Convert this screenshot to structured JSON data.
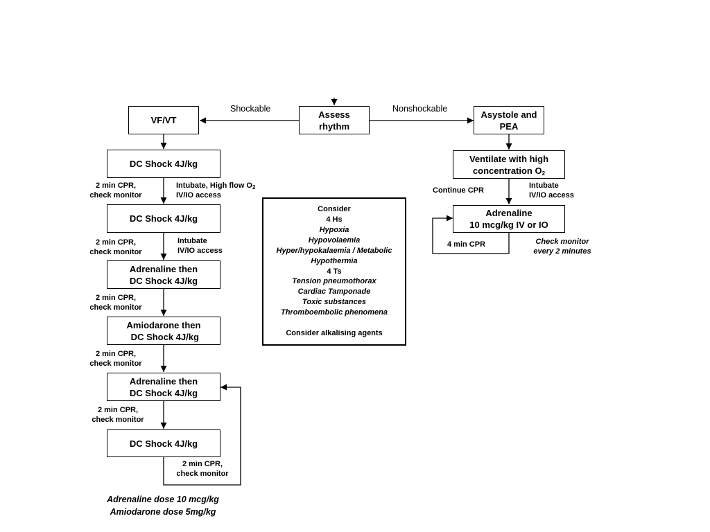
{
  "assess_rhythm": "Assess\nrhythm",
  "shockable_label": "Shockable",
  "nonshockable_label": "Nonshockable",
  "vfvt": "VF/VT",
  "asystole_pea": "Asystole and\nPEA",
  "shockable_path": {
    "step1": "DC Shock 4J/kg",
    "cpr1": "2 min CPR,\ncheck monitor",
    "intubate1_text": "Intubate, High flow O",
    "intubate1_sub": "2",
    "intubate1_line2": "IV/IO access",
    "step2": "DC Shock 4J/kg",
    "cpr2": "2 min CPR,\ncheck monitor",
    "intubate2": "Intubate\nIV/IO access",
    "step3": "Adrenaline then\nDC Shock 4J/kg",
    "cpr3": "2 min CPR,\ncheck monitor",
    "step4": "Amiodarone then\n DC Shock 4J/kg",
    "cpr4": "2 min CPR,\ncheck monitor",
    "step5": "Adrenaline then\nDC Shock 4J/kg",
    "cpr5": "2 min CPR,\ncheck monitor",
    "step6": "DC Shock 4J/kg",
    "loop_label": "2 min CPR,\ncheck monitor"
  },
  "nonshockable_path": {
    "ventilate_line1": "Ventilate with high",
    "ventilate_line2": "concentration O",
    "ventilate_sub": "2",
    "continue_cpr": "Continue CPR",
    "intubate": "Intubate\nIV/IO access",
    "adrenaline": "Adrenaline\n10 mcg/kg IV or IO",
    "loop_cpr": "4 min CPR",
    "check_monitor": "Check monitor\nevery 2 minutes"
  },
  "consider_box": {
    "title": "Consider",
    "hs_heading": "4 Hs",
    "hs": [
      "Hypoxia",
      "Hypovolaemia",
      "Hyper/hypokalaemia / Metabolic",
      "Hypothermia"
    ],
    "ts_heading": "4 Ts",
    "ts": [
      "Tension pneumothorax",
      "Cardiac Tamponade",
      "Toxic substances",
      "Thromboembolic phenomena"
    ],
    "footer": "Consider alkalising agents"
  },
  "doses": {
    "adrenaline": "Adrenaline dose 10 mcg/kg",
    "amiodarone": "Amiodarone dose 5mg/kg"
  }
}
